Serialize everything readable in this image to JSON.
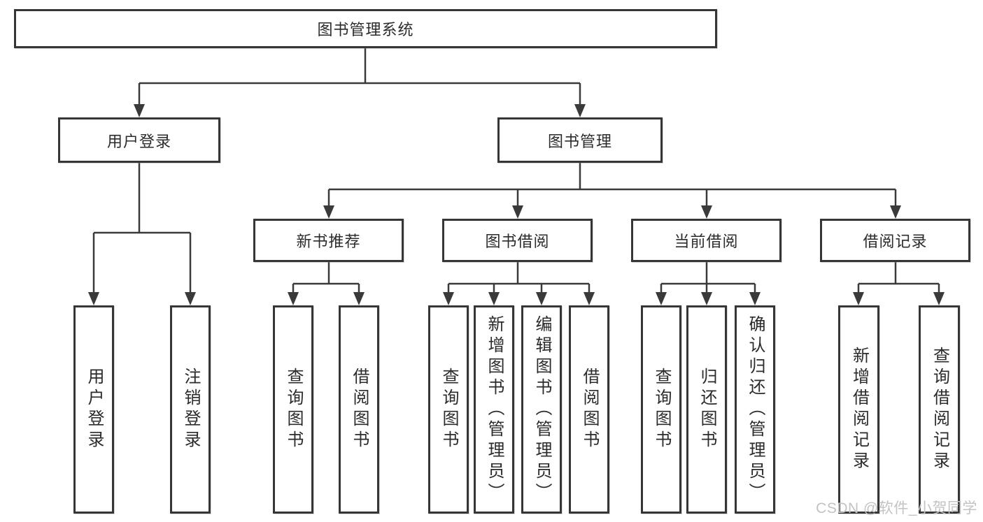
{
  "diagram": {
    "type": "hierarchy-tree",
    "root": {
      "label": "图书管理系统"
    },
    "branches": [
      {
        "label": "用户登录",
        "children": [
          {
            "label": "用户登录"
          },
          {
            "label": "注销登录"
          }
        ]
      },
      {
        "label": "图书管理",
        "children": [
          {
            "label": "新书推荐",
            "children": [
              {
                "label": "查询图书"
              },
              {
                "label": "借阅图书"
              }
            ]
          },
          {
            "label": "图书借阅",
            "children": [
              {
                "label": "查询图书"
              },
              {
                "label": "新增图书（管理员）"
              },
              {
                "label": "编辑图书（管理员）"
              },
              {
                "label": "借阅图书"
              }
            ]
          },
          {
            "label": "当前借阅",
            "children": [
              {
                "label": "查询图书"
              },
              {
                "label": "归还图书"
              },
              {
                "label": "确认归还（管理员）"
              }
            ]
          },
          {
            "label": "借阅记录",
            "children": [
              {
                "label": "新增借阅记录"
              },
              {
                "label": "查询借阅记录"
              }
            ]
          }
        ]
      }
    ]
  },
  "watermark": {
    "text": "CSDN @软件_小贺同学"
  },
  "colors": {
    "background": "#ffffff",
    "box_border": "#363636",
    "connector_line": "#3a3a3a",
    "text": "#2b2b2b",
    "watermark_text": "#c3c3c3"
  }
}
